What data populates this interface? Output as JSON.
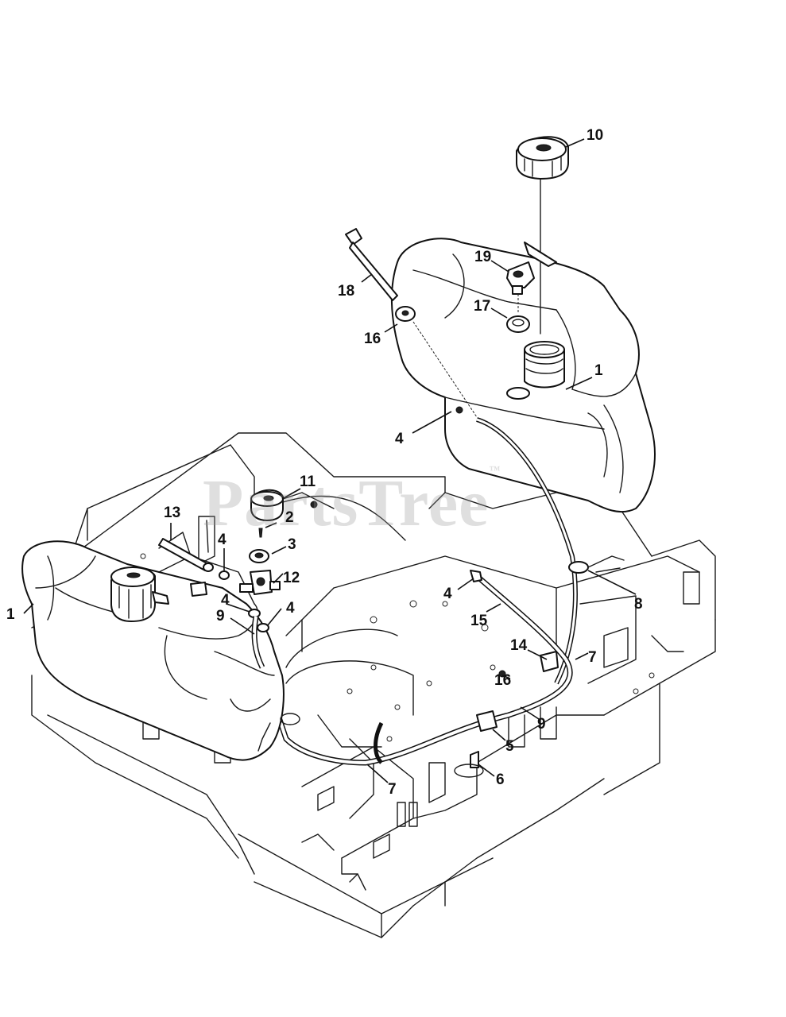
{
  "watermark": {
    "text": "PartsTree",
    "mark": "™"
  },
  "callouts": [
    {
      "id": "c10",
      "label": "10"
    },
    {
      "id": "c19",
      "label": "19"
    },
    {
      "id": "c18",
      "label": "18"
    },
    {
      "id": "c17",
      "label": "17"
    },
    {
      "id": "c16a",
      "label": "16"
    },
    {
      "id": "c1a",
      "label": "1"
    },
    {
      "id": "c4a",
      "label": "4"
    },
    {
      "id": "c11",
      "label": "11"
    },
    {
      "id": "c13",
      "label": "13"
    },
    {
      "id": "c2",
      "label": "2"
    },
    {
      "id": "c4b",
      "label": "4"
    },
    {
      "id": "c3",
      "label": "3"
    },
    {
      "id": "c12",
      "label": "12"
    },
    {
      "id": "c1b",
      "label": "1"
    },
    {
      "id": "c4c",
      "label": "4"
    },
    {
      "id": "c4d",
      "label": "4"
    },
    {
      "id": "c9a",
      "label": "9"
    },
    {
      "id": "c4e",
      "label": "4"
    },
    {
      "id": "c15",
      "label": "15"
    },
    {
      "id": "c8",
      "label": "8"
    },
    {
      "id": "c14",
      "label": "14"
    },
    {
      "id": "c7a",
      "label": "7"
    },
    {
      "id": "c16b",
      "label": "16"
    },
    {
      "id": "c9b",
      "label": "9"
    },
    {
      "id": "c5",
      "label": "5"
    },
    {
      "id": "c6",
      "label": "6"
    },
    {
      "id": "c7b",
      "label": "7"
    }
  ]
}
